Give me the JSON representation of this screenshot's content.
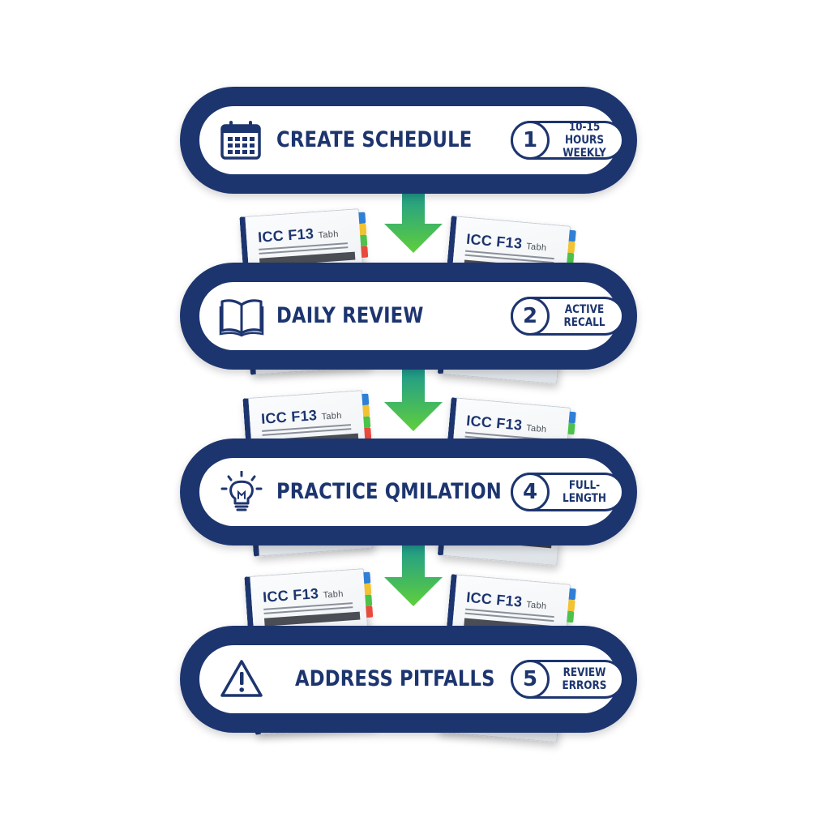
{
  "steps": [
    {
      "label": "CREATE SCHEDULE",
      "number": "1",
      "note": "10-15 HOURS\nWEEKLY",
      "icon": "calendar-icon"
    },
    {
      "label": "DAILY REVIEW",
      "number": "2",
      "note": "ACTIVE\nRECALL",
      "icon": "open-book-icon"
    },
    {
      "label": "PRACTICE QMILATION",
      "number": "4",
      "note": "FULL-LENGTH",
      "icon": "lightbulb-icon"
    },
    {
      "label": "ADDRESS PITFALLS",
      "number": "5",
      "note": "REVIEW\nERRORS",
      "icon": "warning-icon"
    }
  ],
  "book": {
    "title": "ICC F13",
    "title_small": "Tabh"
  },
  "colors": {
    "navy": "#1d356f",
    "arrow_top": "#1e9a8e",
    "arrow_bottom": "#5fcf3c",
    "tab_colors": [
      "#2f7fd6",
      "#f2c230",
      "#4cc24a",
      "#e84a3c"
    ]
  }
}
